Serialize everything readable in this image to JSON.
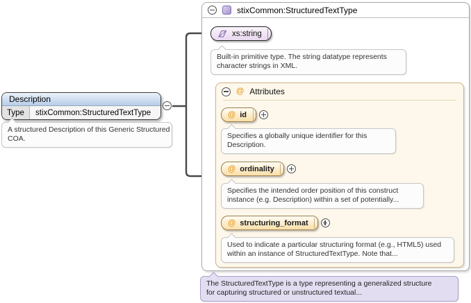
{
  "description_box": {
    "title": "Description",
    "type_label": "Type",
    "type_value": "stixCommon:StructuredTextType",
    "note_line1": "A structured Description of this Generic Structured",
    "note_line2": "COA."
  },
  "type_panel": {
    "title": "stixCommon:StructuredTextType",
    "base_type": {
      "label": "xs:string",
      "note_line1": "Built-in primitive type. The string datatype represents",
      "note_line2": "character strings in XML."
    },
    "attributes": {
      "title": "Attributes",
      "at_sign": "@",
      "items": [
        {
          "at_sign": "@",
          "name": "id",
          "note_line1": "Specifies a globally unique identifier for this",
          "note_line2": "Description."
        },
        {
          "at_sign": "@",
          "name": "ordinality",
          "note_line1": "Specifies the intended order position of this construct",
          "note_line2": "instance (e.g. Description) within a set of potentially..."
        },
        {
          "at_sign": "@",
          "name": "structuring_format",
          "note_line1": "Used to indicate a particular structuring format (e.g., HTML5) used",
          "note_line2": "within an instance of StructuredTextType. Note that..."
        }
      ]
    },
    "note_line1": "The StructuredTextType is a type representing a generalized structure",
    "note_line2": "for capturing structured or unstructured textual..."
  },
  "colors": {
    "element_header_gradient_top": "#ecf2fa",
    "element_header_gradient_bottom": "#b6cde7",
    "attributes_box_bg": "#fdf8eb",
    "attributes_box_border": "#cdb183",
    "attribute_badge_bg": "#f9dfa8",
    "attribute_badge_border": "#9c7c4c",
    "at_sign": "#e8991c",
    "simple_type_badge_bg": "#e9d8ef",
    "complex_type_icon": "#a793d0",
    "purple_note_bg": "#e3ddf1",
    "connector": "#484848"
  }
}
